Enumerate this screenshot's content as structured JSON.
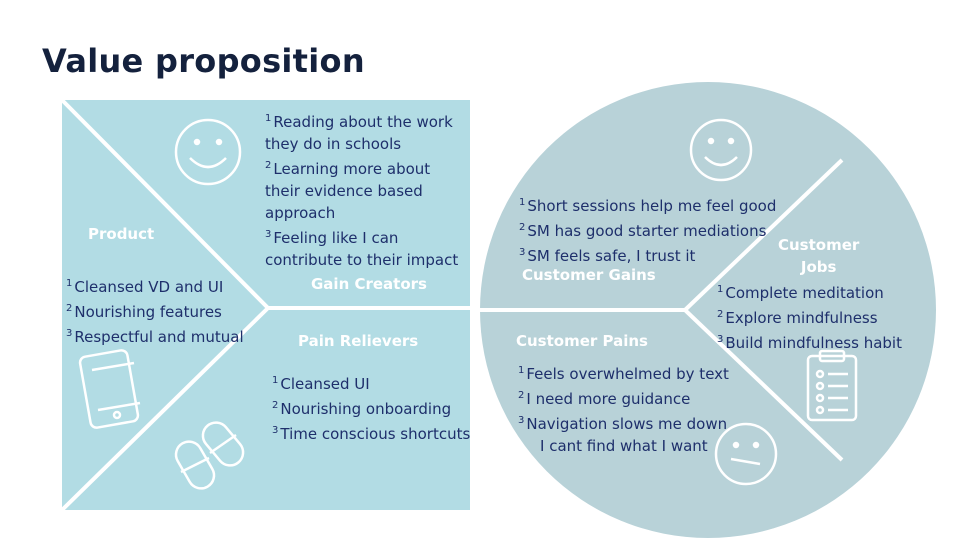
{
  "title": "Value proposition",
  "colors": {
    "fill": "#b2dce4",
    "circle_fill": "#b8d2d8",
    "title_color": "#14213d",
    "text_color": "#1e2f6b",
    "label_color": "#ffffff"
  },
  "value_map": {
    "product": {
      "label": "Product",
      "items": [
        {
          "num": "1",
          "text": "Cleansed VD and UI"
        },
        {
          "num": "2",
          "text": "Nourishing features"
        },
        {
          "num": "3",
          "text": "Respectful and mutual"
        }
      ],
      "icon": "smartphone-icon"
    },
    "gain_creators": {
      "label": "Gain Creators",
      "items": [
        {
          "num": "1",
          "lines": [
            "Reading about the work",
            "they do in schools"
          ]
        },
        {
          "num": "2",
          "lines": [
            "Learning more about",
            "their evidence based",
            "approach"
          ]
        },
        {
          "num": "3",
          "lines": [
            "Feeling like I can",
            "contribute to their impact"
          ]
        }
      ],
      "icon": "smiley-icon"
    },
    "pain_relievers": {
      "label": "Pain Relievers",
      "items": [
        {
          "num": "1",
          "text": "Cleansed UI"
        },
        {
          "num": "2",
          "text": "Nourishing onboarding"
        },
        {
          "num": "3",
          "text": "Time conscious shortcuts"
        }
      ],
      "icon": "pills-icon"
    }
  },
  "customer_profile": {
    "gains": {
      "label": "Customer Gains",
      "items": [
        {
          "num": "1",
          "text": "Short sessions help me feel good"
        },
        {
          "num": "2",
          "text": "SM has good starter mediations"
        },
        {
          "num": "3",
          "text": "SM feels safe, I trust it"
        }
      ],
      "icon": "smiley-icon"
    },
    "jobs": {
      "label_line1": "Customer",
      "label_line2": "Jobs",
      "items": [
        {
          "num": "1",
          "text": "Complete meditation"
        },
        {
          "num": "2",
          "text": "Explore mindfulness"
        },
        {
          "num": "3",
          "text": "Build mindfulness habit"
        }
      ],
      "icon": "clipboard-icon"
    },
    "pains": {
      "label": "Customer Pains",
      "items": [
        {
          "num": "1",
          "text": "Feels overwhelmed by text"
        },
        {
          "num": "2",
          "text": "I need more guidance"
        },
        {
          "num": "3",
          "text": "Navigation slows me down"
        }
      ],
      "continuation": "I cant find what I want",
      "icon": "neutral-face-icon"
    }
  }
}
